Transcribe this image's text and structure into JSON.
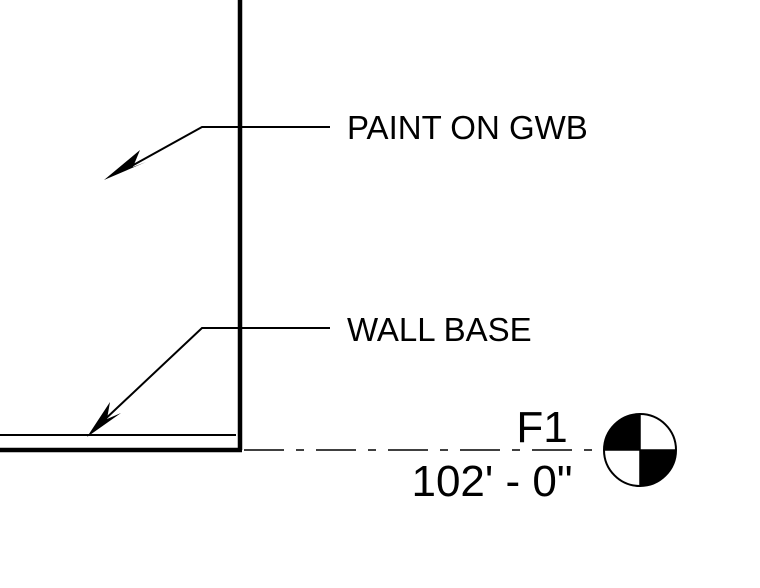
{
  "drawing": {
    "callouts": [
      {
        "text": "PAINT ON GWB"
      },
      {
        "text": "WALL BASE"
      }
    ],
    "level": {
      "name": "F1",
      "elevation": "102' - 0\""
    },
    "colors": {
      "line": "#000000",
      "background": "#ffffff"
    }
  }
}
